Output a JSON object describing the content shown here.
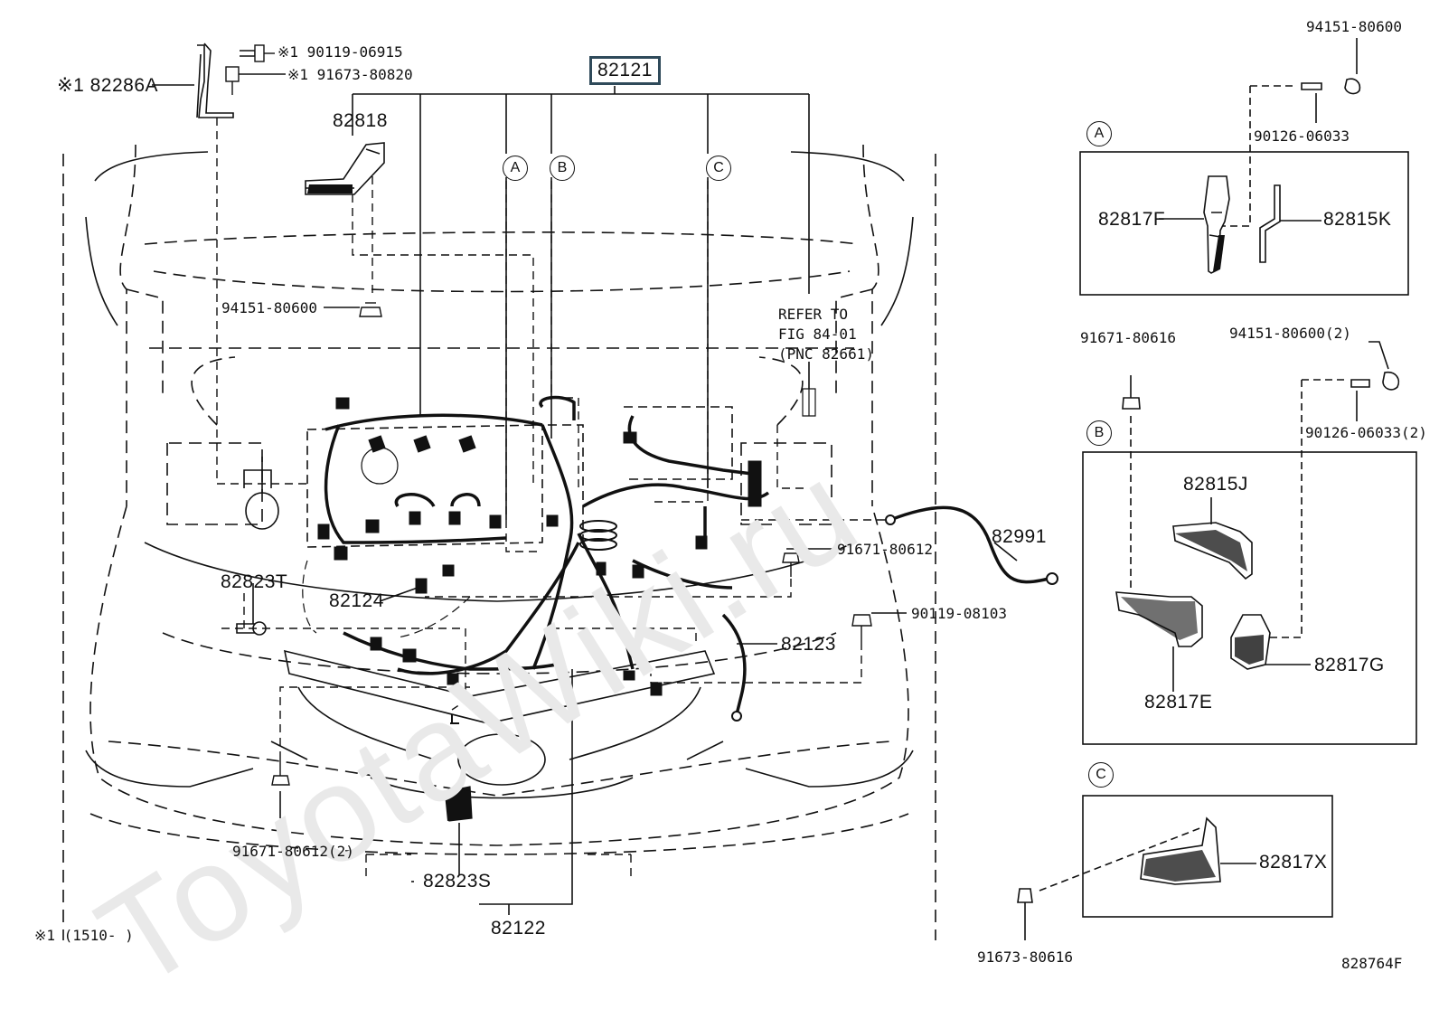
{
  "watermark": "ToyotaWiki.ru",
  "main_part": "82121",
  "callouts": {
    "a": "A",
    "b": "B",
    "c": "C"
  },
  "labels": {
    "p82286A": "※1 82286A",
    "p90119_06915": "※1 90119-06915",
    "p91673_80820": "※1 91673-80820",
    "p82818": "82818",
    "p94151_80600_main": "94151-80600",
    "refer": "REFER TO\nFIG 84-01\n(PNC 82661)",
    "p82823T": "82823T",
    "p82124": "82124",
    "p91671_80612": "91671-80612",
    "p82991": "82991",
    "p90119_08103": "90119-08103",
    "p82123": "82123",
    "p91671_80612_2": "91671-80612(2)",
    "p82823S": "82823S",
    "p82122": "82122",
    "footnote": "※1 (1510-     )",
    "p94151_80600_top": "94151-80600",
    "p90126_06033": "90126-06033",
    "p82817F": "82817F",
    "p82815K": "82815K",
    "p91671_80616": "91671-80616",
    "p94151_80600_2": "94151-80600(2)",
    "p90126_06033_2": "90126-06033(2)",
    "p82815J": "82815J",
    "p82817E": "82817E",
    "p82817G": "82817G",
    "p82817X": "82817X",
    "p91673_80616": "91673-80616",
    "figure_code": "828764F"
  }
}
